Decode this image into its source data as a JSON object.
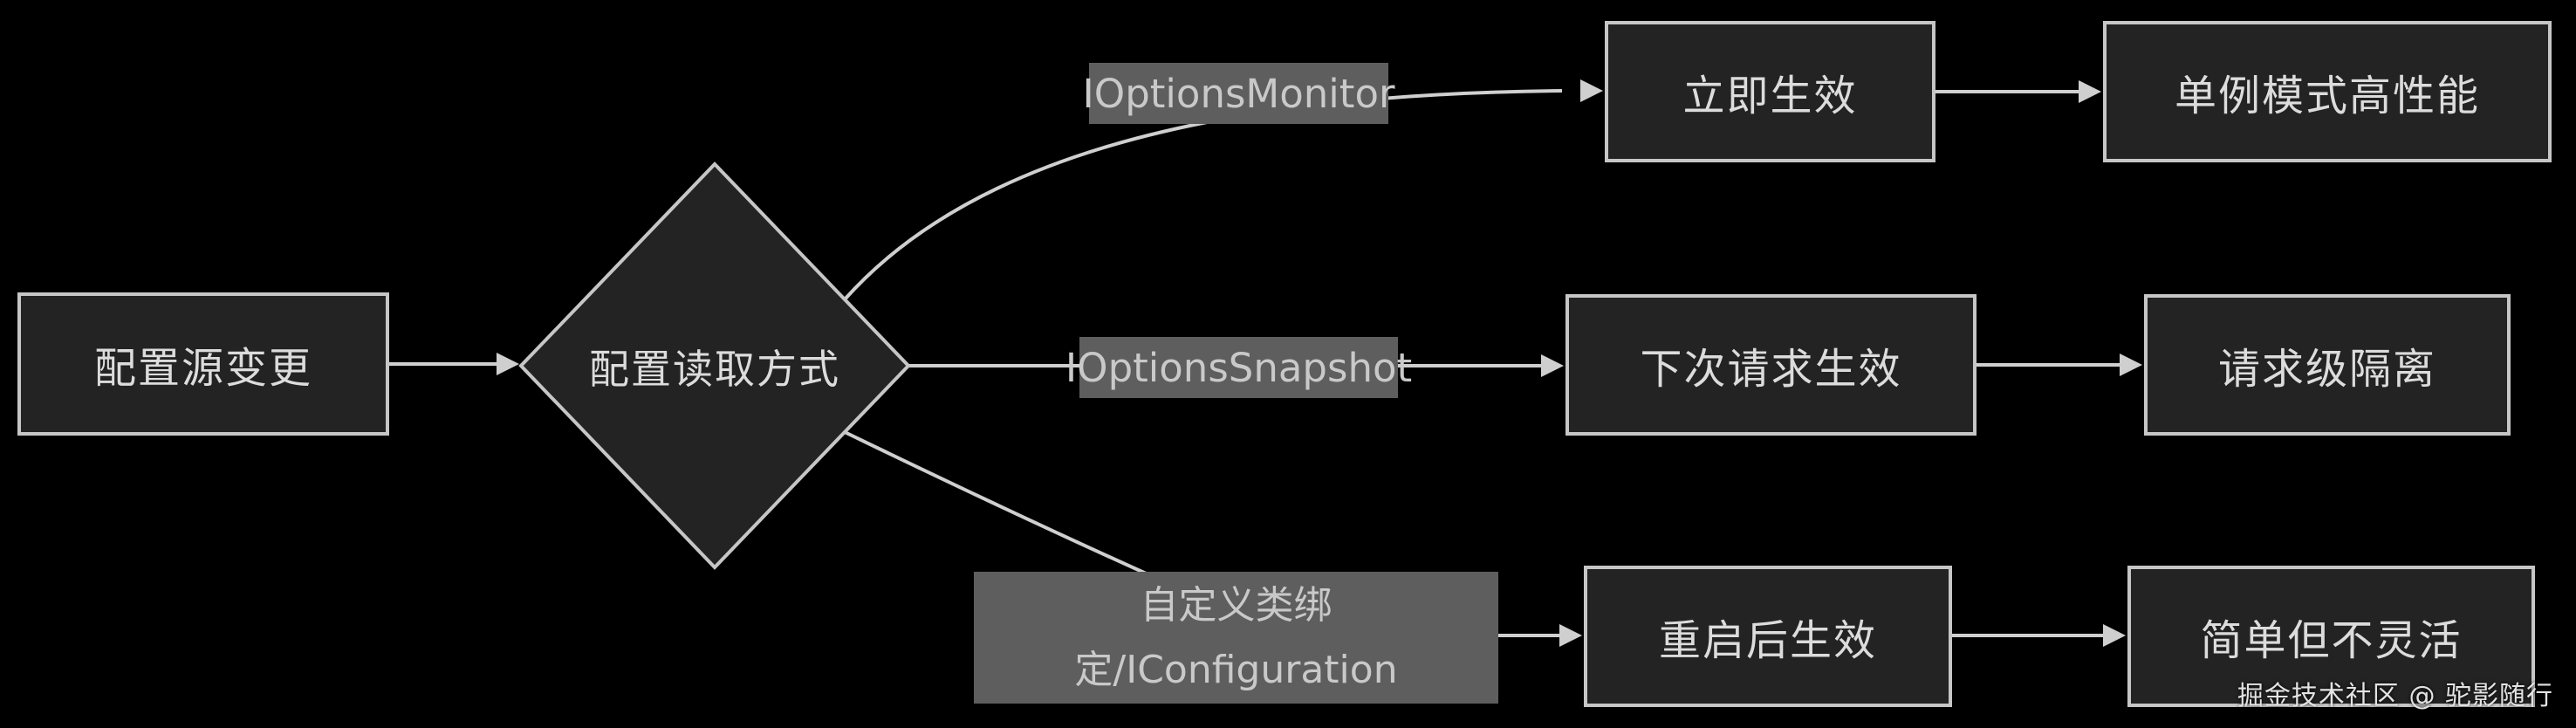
{
  "diagram": {
    "type": "flowchart",
    "colors": {
      "background": "#000000",
      "node_fill": "#232323",
      "node_border": "#c6c6c6",
      "node_text": "#dcdcdc",
      "edge_label_bg": "#5e5e5e",
      "edge_label_text": "#c9c9c9",
      "line": "#cfcfcf",
      "watermark_text": "#e3e3e3"
    },
    "nodes": {
      "source": {
        "label": "配置源变更",
        "shape": "rect"
      },
      "decision": {
        "label": "配置读取方式",
        "shape": "diamond"
      },
      "immediate": {
        "label": "立即生效",
        "shape": "rect"
      },
      "singleton": {
        "label": "单例模式高性能",
        "shape": "rect"
      },
      "next_request": {
        "label": "下次请求生效",
        "shape": "rect"
      },
      "request_scope": {
        "label": "请求级隔离",
        "shape": "rect"
      },
      "restart": {
        "label": "重启后生效",
        "shape": "rect"
      },
      "simple": {
        "label": "简单但不灵活",
        "shape": "rect"
      }
    },
    "edge_labels": {
      "monitor": {
        "label": "IOptionsMonitor"
      },
      "snapshot": {
        "label": "IOptionsSnapshot"
      },
      "custom": {
        "label": "自定义类绑\n定/IConfiguration"
      }
    },
    "edges": [
      {
        "from": "source",
        "to": "decision"
      },
      {
        "from": "decision",
        "to": "immediate",
        "label": "IOptionsMonitor"
      },
      {
        "from": "decision",
        "to": "next_request",
        "label": "IOptionsSnapshot"
      },
      {
        "from": "decision",
        "to": "restart",
        "label": "自定义类绑定/IConfiguration"
      },
      {
        "from": "immediate",
        "to": "singleton"
      },
      {
        "from": "next_request",
        "to": "request_scope"
      },
      {
        "from": "restart",
        "to": "simple"
      }
    ],
    "watermark": {
      "text": "掘金技术社区 @ 驼影随行"
    }
  }
}
